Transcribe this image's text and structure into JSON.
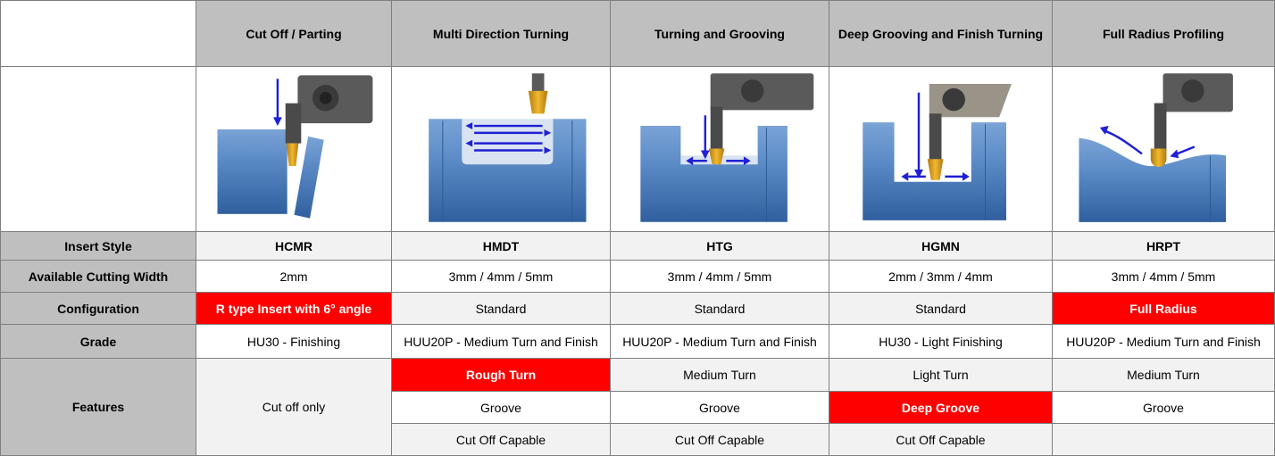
{
  "columns": [
    {
      "title": "Cut Off / Parting",
      "insert_style": "HCMR",
      "cutting_width": "2mm",
      "configuration": "R type Insert with 6° angle",
      "grade": "HU30 - Finishing",
      "features": [
        "Cut off only"
      ]
    },
    {
      "title": "Multi Direction Turning",
      "insert_style": "HMDT",
      "cutting_width": "3mm / 4mm / 5mm",
      "configuration": "Standard",
      "grade": "HUU20P - Medium Turn and Finish",
      "features": [
        "Rough Turn",
        "Groove",
        "Cut Off Capable"
      ]
    },
    {
      "title": "Turning and Grooving",
      "insert_style": "HTG",
      "cutting_width": "3mm / 4mm / 5mm",
      "configuration": "Standard",
      "grade": "HUU20P - Medium Turn and Finish",
      "features": [
        "Medium Turn",
        "Groove",
        "Cut Off Capable"
      ]
    },
    {
      "title": "Deep Grooving and Finish Turning",
      "insert_style": "HGMN",
      "cutting_width": "2mm / 3mm / 4mm",
      "configuration": "Standard",
      "grade": "HU30 - Light Finishing",
      "features": [
        "Light Turn",
        "Deep Groove",
        "Cut Off Capable"
      ]
    },
    {
      "title": "Full Radius Profiling",
      "insert_style": "HRPT",
      "cutting_width": "3mm / 4mm / 5mm",
      "configuration": "Full Radius",
      "grade": "HUU20P - Medium Turn and Finish",
      "features": [
        "Medium Turn",
        "Groove"
      ]
    }
  ],
  "row_labels": {
    "insert_style": "Insert Style",
    "cutting_width": "Available Cutting Width",
    "configuration": "Configuration",
    "grade": "Grade",
    "features": "Features"
  },
  "colors": {
    "header_fill": "#bfbfbf",
    "highlight": "#ff0000",
    "workpiece_blue": "#4f81bd",
    "arrow_blue": "#1f1fd6",
    "insert_gold": "#e0a020",
    "holder_grey": "#5a5a5a"
  },
  "illustrations": [
    "cut-off-parting-diagram",
    "multi-direction-turning-diagram",
    "turning-grooving-diagram",
    "deep-grooving-diagram",
    "full-radius-profiling-diagram"
  ]
}
